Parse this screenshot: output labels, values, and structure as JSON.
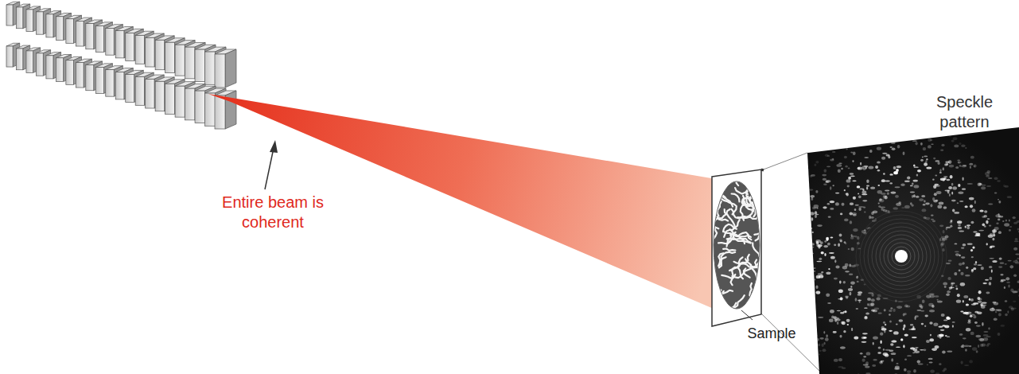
{
  "diagram": {
    "labels": [
      "Entire beam is coherent",
      "Sample",
      "Speckle pattern"
    ]
  }
}
